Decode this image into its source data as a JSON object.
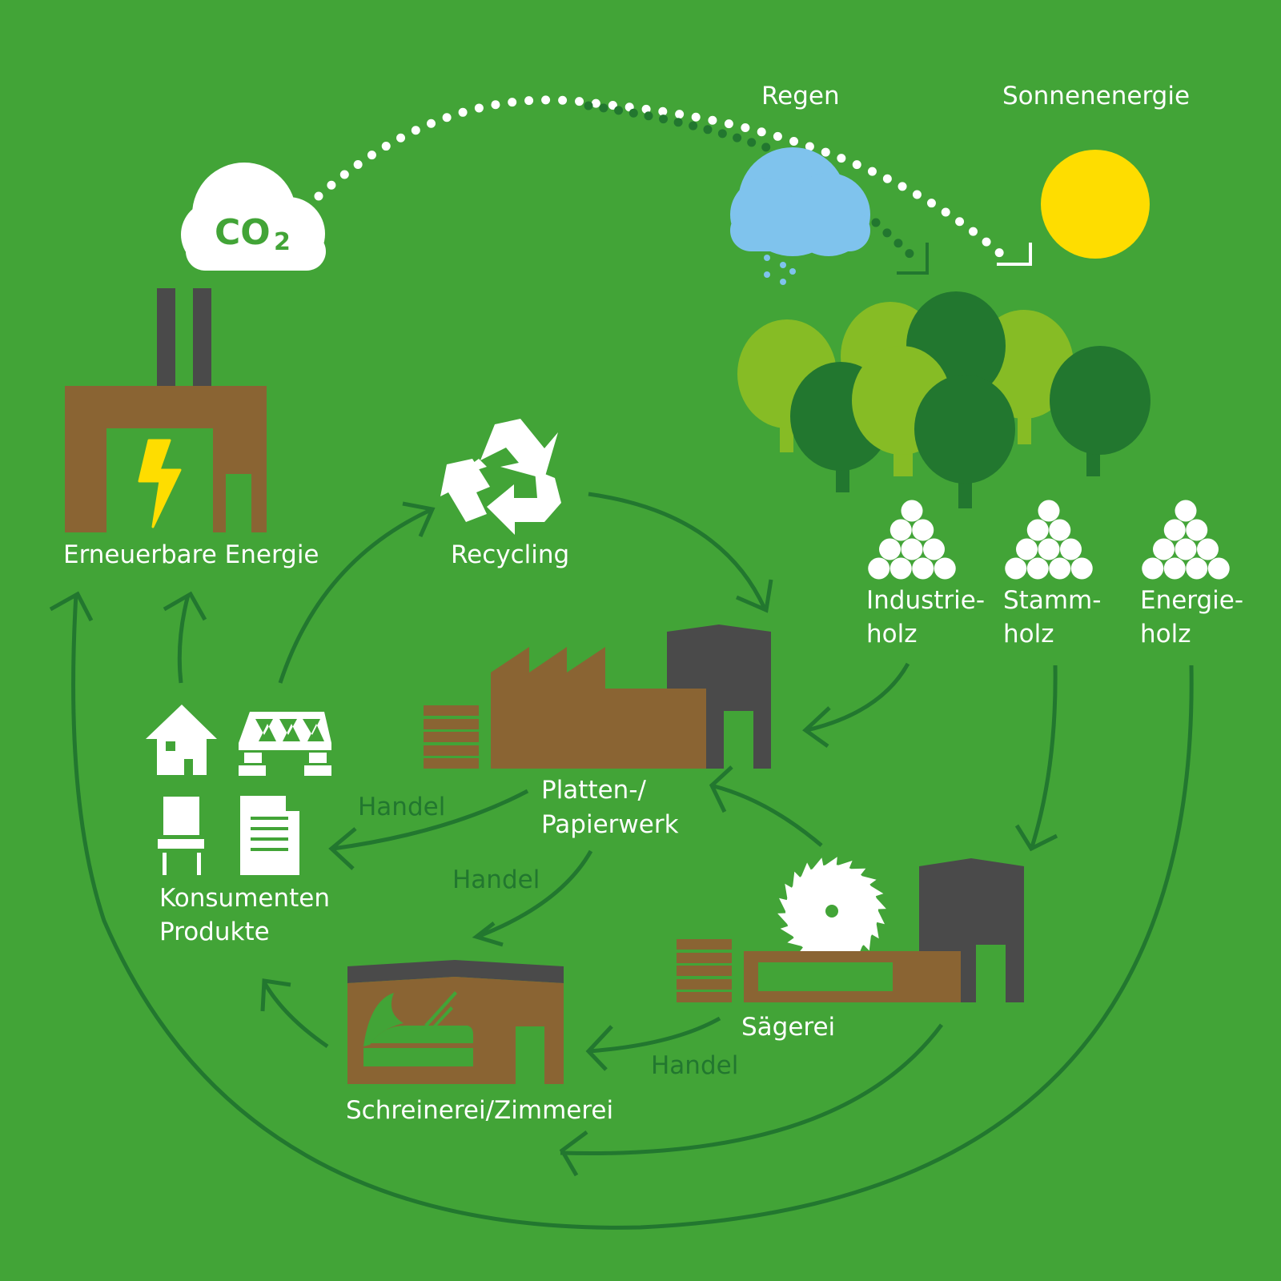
{
  "colors": {
    "background": "#42a437",
    "dark_green": "#22772f",
    "light_green": "#86bc25",
    "brown": "#8a6433",
    "dark_grey": "#4a4a4a",
    "sky_blue": "#7fc3ed",
    "sun_yellow": "#fedd00",
    "white": "#ffffff"
  },
  "top": {
    "co2": {
      "main": "CO",
      "subscript": "2",
      "icon": "cloud-icon"
    },
    "rain": {
      "label": "Regen",
      "icon": "rain-cloud-icon"
    },
    "sun": {
      "label": "Sonnenenergie",
      "icon": "sun-icon"
    }
  },
  "forest": {
    "icon": "trees-icon"
  },
  "wood_types": [
    {
      "line1": "Industrie-",
      "line2": "holz",
      "icon": "log-pile-icon"
    },
    {
      "line1": "Stamm-",
      "line2": "holz",
      "icon": "log-pile-icon"
    },
    {
      "line1": "Energie-",
      "line2": "holz",
      "icon": "log-pile-icon"
    }
  ],
  "nodes": {
    "energy": {
      "label": "Erneuerbare Energie",
      "icon": "power-plant-icon"
    },
    "recycling": {
      "label": "Recycling",
      "icon": "recycle-icon"
    },
    "paper_mill": {
      "line1": "Platten-/",
      "line2": "Papierwerk",
      "icon": "factory-icon"
    },
    "consumer": {
      "line1": "Konsumenten",
      "line2": "Produkte",
      "icons": [
        "house-icon",
        "bridge-icon",
        "chair-icon",
        "document-icon"
      ]
    },
    "carpentry": {
      "label": "Schreinerei/Zimmerei",
      "icon": "workshop-plane-icon"
    },
    "sawmill": {
      "label": "Sägerei",
      "icon": "saw-blade-icon"
    }
  },
  "edge_labels": {
    "trade_paper_to_consumer": "Handel",
    "trade_paper_to_carpentry": "Handel",
    "trade_sawmill_to_carpentry": "Handel"
  }
}
